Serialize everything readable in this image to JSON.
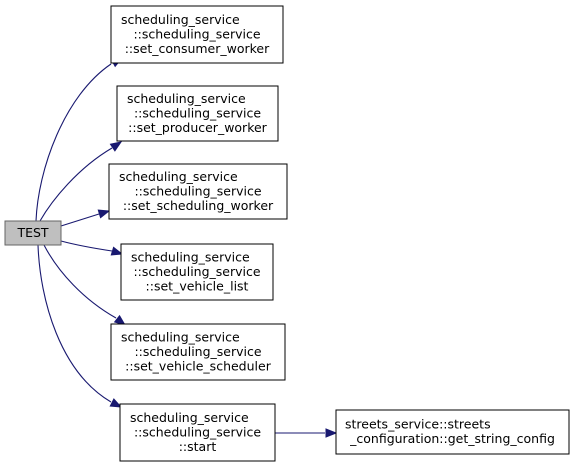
{
  "diagram": {
    "type": "call-graph",
    "root": {
      "id": "test",
      "lines": [
        "TEST"
      ]
    },
    "nodes": [
      {
        "id": "set_consumer_worker",
        "lines": [
          "scheduling_service",
          "::scheduling_service",
          "::set_consumer_worker"
        ]
      },
      {
        "id": "set_producer_worker",
        "lines": [
          "scheduling_service",
          "::scheduling_service",
          "::set_producer_worker"
        ]
      },
      {
        "id": "set_scheduling_worker",
        "lines": [
          "scheduling_service",
          "::scheduling_service",
          "::set_scheduling_worker"
        ]
      },
      {
        "id": "set_vehicle_list",
        "lines": [
          "scheduling_service",
          "::scheduling_service",
          "::set_vehicle_list"
        ]
      },
      {
        "id": "set_vehicle_scheduler",
        "lines": [
          "scheduling_service",
          "::scheduling_service",
          "::set_vehicle_scheduler"
        ]
      },
      {
        "id": "start",
        "lines": [
          "scheduling_service",
          "::scheduling_service",
          "::start"
        ]
      },
      {
        "id": "get_string_config",
        "lines": [
          "streets_service::streets",
          "_configuration::get_string_config"
        ]
      }
    ],
    "edges": [
      {
        "from": "test",
        "to": "set_consumer_worker"
      },
      {
        "from": "test",
        "to": "set_producer_worker"
      },
      {
        "from": "test",
        "to": "set_scheduling_worker"
      },
      {
        "from": "test",
        "to": "set_vehicle_list"
      },
      {
        "from": "test",
        "to": "set_vehicle_scheduler"
      },
      {
        "from": "test",
        "to": "start"
      },
      {
        "from": "start",
        "to": "get_string_config"
      }
    ],
    "colors": {
      "edge": "#191970",
      "root_fill": "#bfbfbf",
      "root_border": "#666666",
      "node_fill": "#ffffff",
      "node_border": "#000000"
    }
  }
}
